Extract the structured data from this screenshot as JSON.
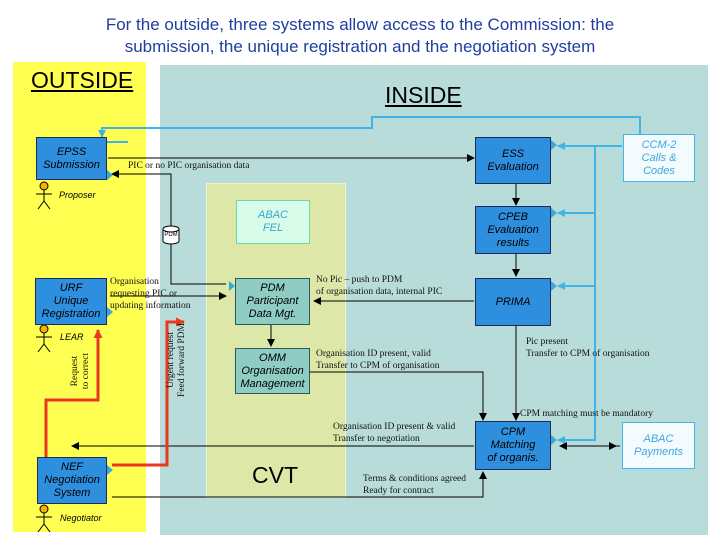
{
  "title": {
    "line1": "For the outside, three systems allow access to the Commission: the",
    "line2": "submission, the unique registration and the negotiation system"
  },
  "regions": {
    "outside": "OUTSIDE",
    "inside": "INSIDE",
    "cvt": "CVT"
  },
  "boxes": {
    "epss": "EPSS\nSubmission",
    "urf": "URF\nUnique\nRegistration",
    "nef": "NEF\nNegotiation\nSystem",
    "ess": "ESS\nEvaluation",
    "cpeb": "CPEB\nEvaluation\nresults",
    "prima": "PRIMA",
    "cpm": "CPM\nMatching\nof organis.",
    "ccm2": "CCM-2\nCalls &\nCodes",
    "abac_payments": "ABAC\nPayments",
    "abac_fel": "ABAC\nFEL",
    "pdm": "PDM\nParticipant\nData Mgt.",
    "omm": "OMM\nOrganisation\nManagement"
  },
  "actors": {
    "proposer": "Proposer",
    "lear": "LEAR",
    "negotiator": "Negotiator"
  },
  "pdm_db": "PDM",
  "notes": {
    "pic_data": "PIC or no PIC organisation data",
    "org_requesting": "Organisation\nrequesting PIC or\nupdating information",
    "no_pic": "No Pic – push to PDM\nof organisation data, internal PIC",
    "pic_present": "Pic present\nTransfer to CPM of organisation",
    "org_id_present": "Organisation ID present, valid\nTransfer to CPM of organisation",
    "cpm_mandatory": "CPM matching must be mandatory",
    "org_id_negotiation": "Organisation ID present & valid\nTransfer to negotiation",
    "terms": "Terms & conditions agreed\nReady for contract",
    "request_correct": "Request\nto correct",
    "urgent": "Urgent request\nFeed forward PDM"
  },
  "colors": {
    "outside_bg": "#ffff52",
    "inside_bg": "#b8dcda",
    "cvt_bg": "#dde8a8",
    "system_box": "#2f8fdf",
    "cvt_box": "#8fccc4",
    "urgent_arrow": "#e8391c",
    "link_blue": "#40b4e6",
    "title_color": "#1f3ea0"
  }
}
